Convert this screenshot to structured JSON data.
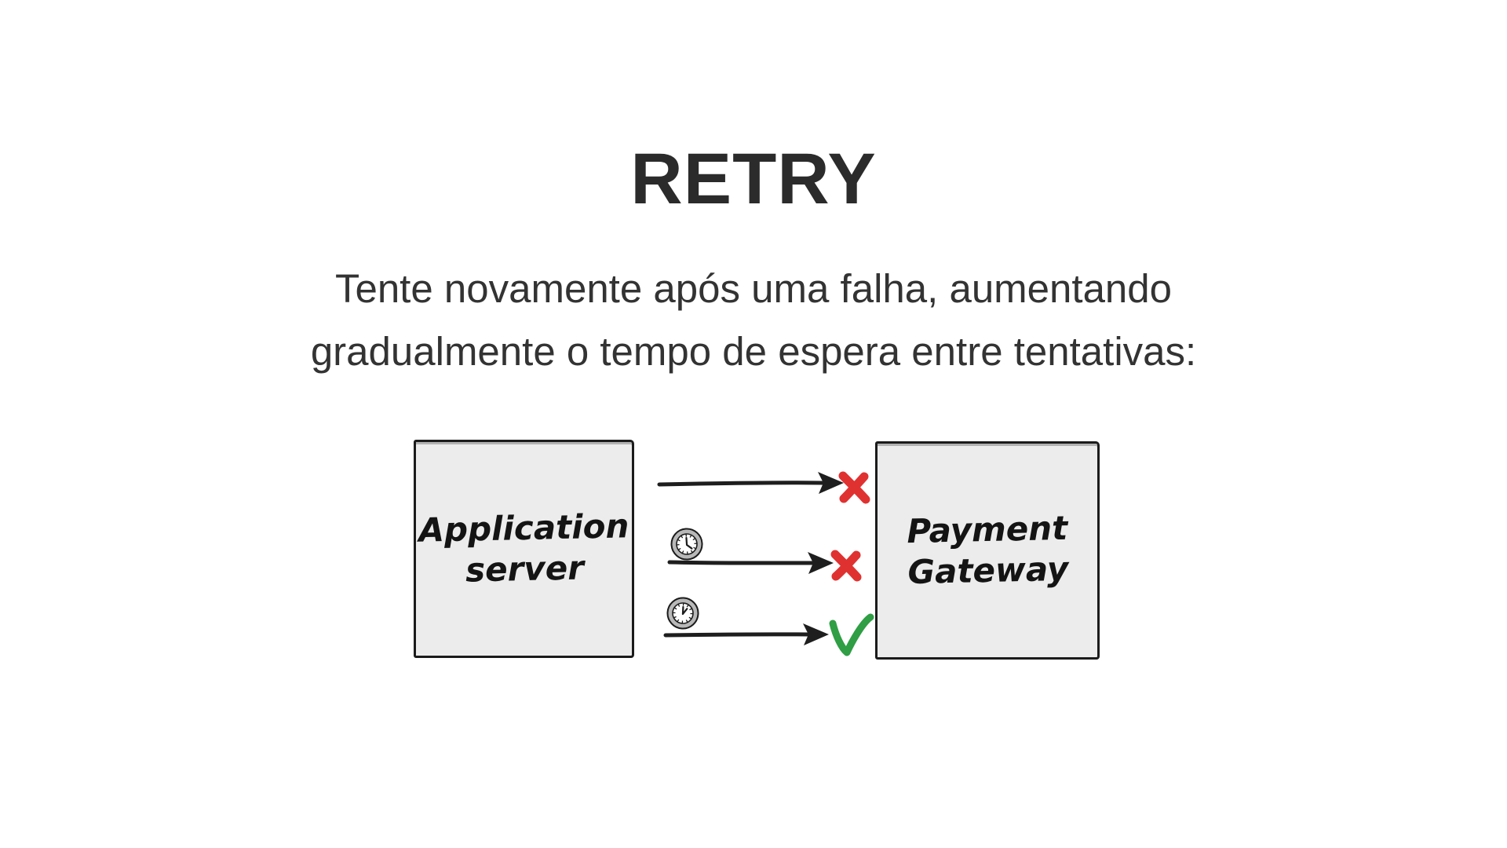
{
  "slide": {
    "title": "RETRY",
    "subtitle_line1": "Tente novamente após uma falha, aumentando",
    "subtitle_line2": "gradualmente o tempo de espera entre tentativas:"
  },
  "diagram": {
    "left_box": {
      "line1": "Application",
      "line2": "server"
    },
    "right_box": {
      "line1": "Payment",
      "line2": "Gateway"
    },
    "attempts": [
      {
        "order": 1,
        "wait_clock_before": false,
        "result": "failure"
      },
      {
        "order": 2,
        "wait_clock_before": true,
        "result": "failure"
      },
      {
        "order": 3,
        "wait_clock_before": true,
        "result": "success"
      }
    ],
    "icons": {
      "arrow": "arrow-right-icon",
      "wait": "clock-icon",
      "failure": "x-mark-icon",
      "success": "check-mark-icon"
    }
  },
  "colors": {
    "background": "#ffffff",
    "title_text": "#2b2b2b",
    "body_text": "#333333",
    "box_fill": "#ececec",
    "box_border": "#1b1b1b",
    "arrow": "#1e1e1e",
    "failure_red": "#e03131",
    "success_green": "#2f9e44",
    "clock_ring": "#b8b8b8"
  }
}
